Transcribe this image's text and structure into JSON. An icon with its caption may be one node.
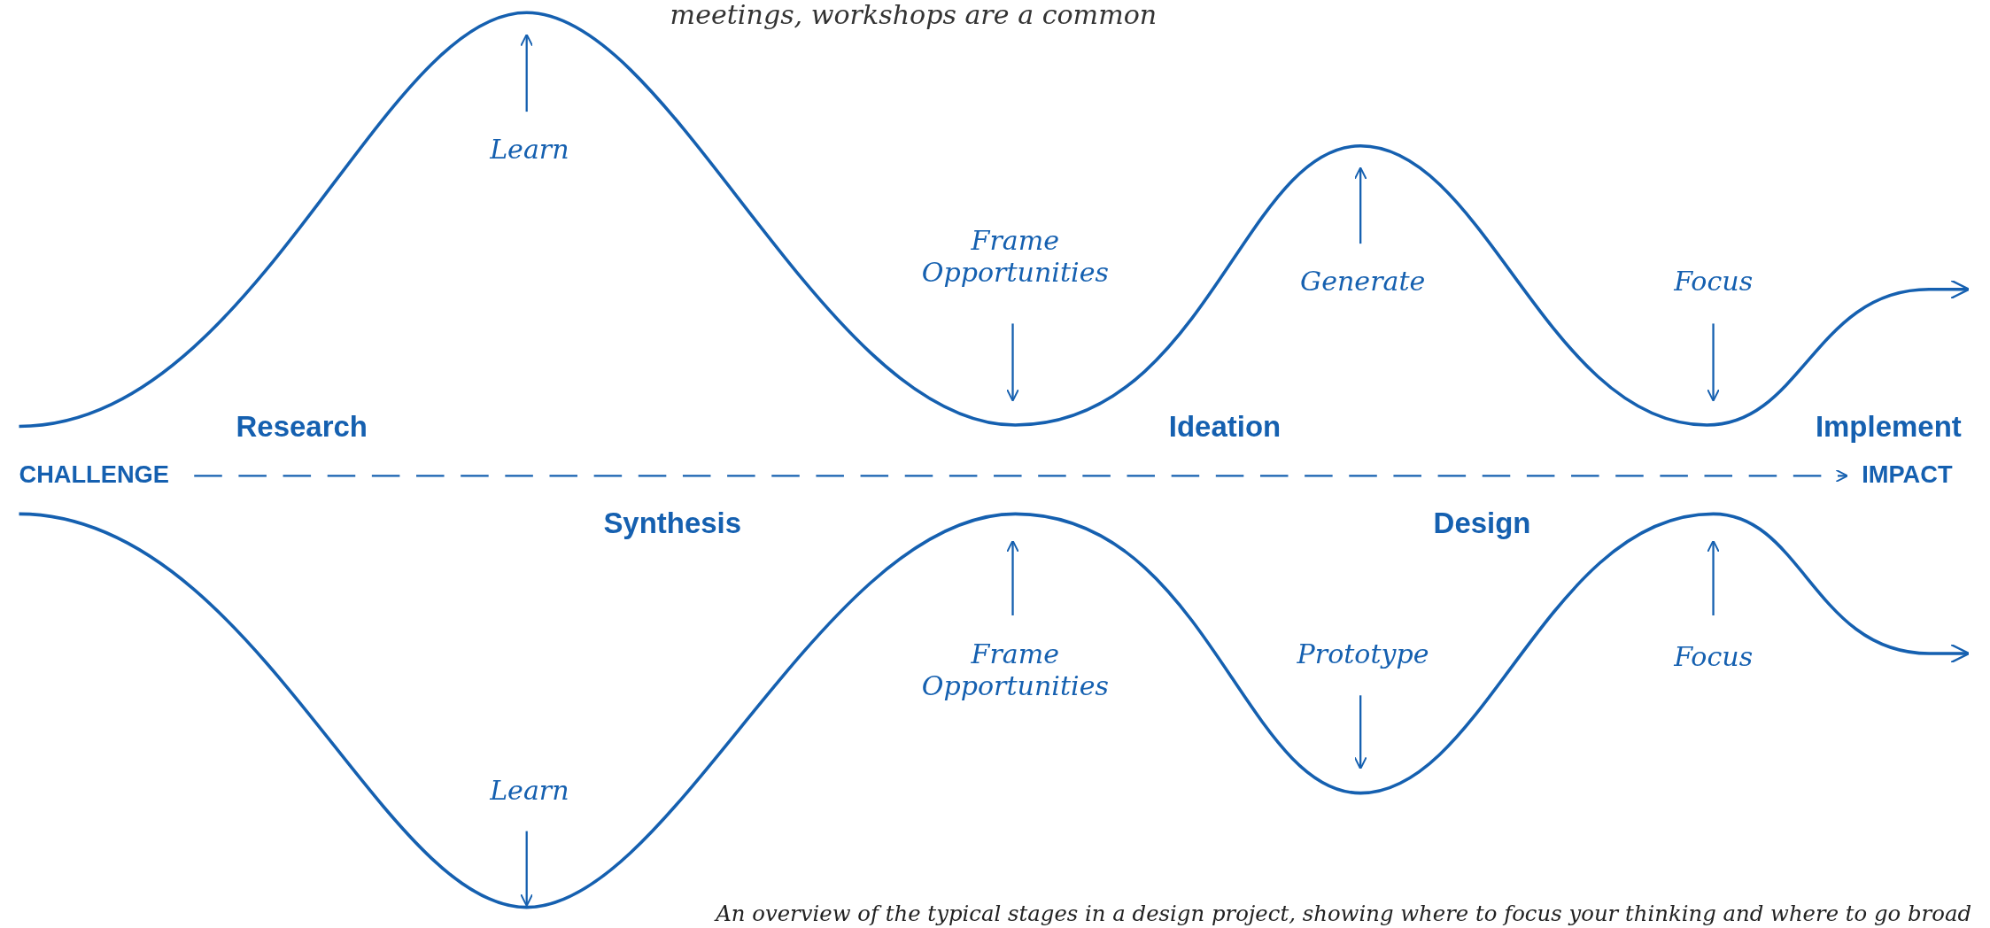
{
  "diagram": {
    "caption": "An overview of the typical stages in a design project, showing where to focus your thinking and where to go broad",
    "nodes": [
      {
        "text": [
          "CHALLENGE"
        ]
      },
      {
        "text": [
          "IMPACT"
        ]
      }
    ],
    "edges": [
      {
        "from": 0,
        "to": 1,
        "arrow": "to",
        "style": "dashed"
      }
    ],
    "labels": [
      "meetings, workshops are a common",
      "Learn",
      "Frame Opportunities",
      "Generate",
      "Focus",
      "Research",
      "Ideation",
      "Implement",
      "Synthesis",
      "Design",
      "Frame Opportunities",
      "Prototype",
      "Focus",
      "Learn"
    ]
  }
}
